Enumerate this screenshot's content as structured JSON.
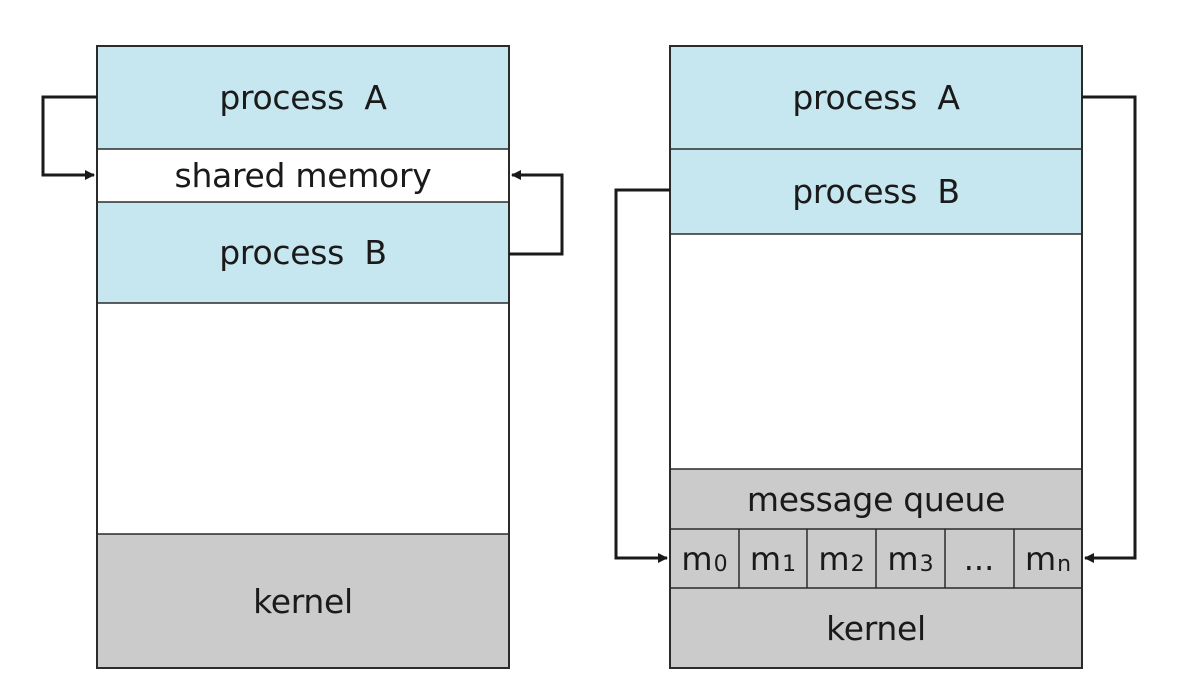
{
  "shared_memory_model": {
    "process_a": "process  A",
    "shared_memory": "shared memory",
    "process_b": "process  B",
    "kernel": "kernel"
  },
  "message_passing_model": {
    "process_a": "process  A",
    "process_b": "process  B",
    "message_queue": "message queue",
    "queue_slots": [
      {
        "base": "m",
        "sub": "0"
      },
      {
        "base": "m",
        "sub": "1"
      },
      {
        "base": "m",
        "sub": "2"
      },
      {
        "base": "m",
        "sub": "3"
      },
      {
        "base": "...",
        "sub": ""
      },
      {
        "base": "m",
        "sub": "n"
      }
    ],
    "kernel": "kernel"
  },
  "colors": {
    "process_fill": "#c7e7f0",
    "kernel_fill": "#cbcbcb",
    "outline": "#2b2b2b",
    "arrow": "#1a1a1a"
  }
}
